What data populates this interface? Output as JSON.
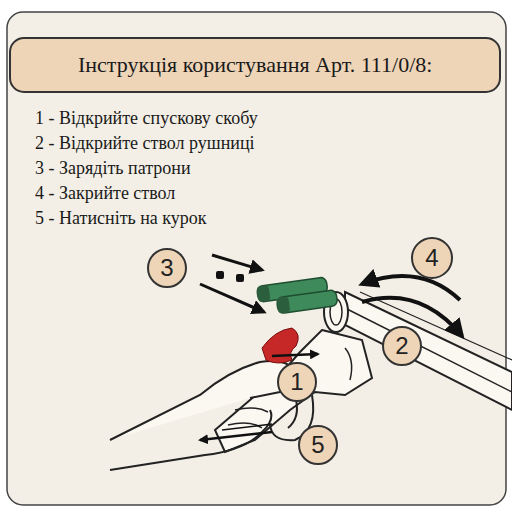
{
  "diagram": {
    "title": "Інструкція користування Арт. 111/0/8:",
    "nodes": [
      {
        "text": [
          "3"
        ]
      },
      {
        "text": [
          "4"
        ]
      },
      {
        "text": [
          "2"
        ]
      },
      {
        "text": [
          "1"
        ]
      },
      {
        "text": [
          "5"
        ]
      }
    ],
    "labels": [
      "1 - Відкрийте спускову скобу",
      "2 - Відкрийте ствол рушниці",
      "3 - Зарядіть патрони",
      "4 - Закрийте ствол",
      "5 - Натисніть на курок"
    ]
  }
}
